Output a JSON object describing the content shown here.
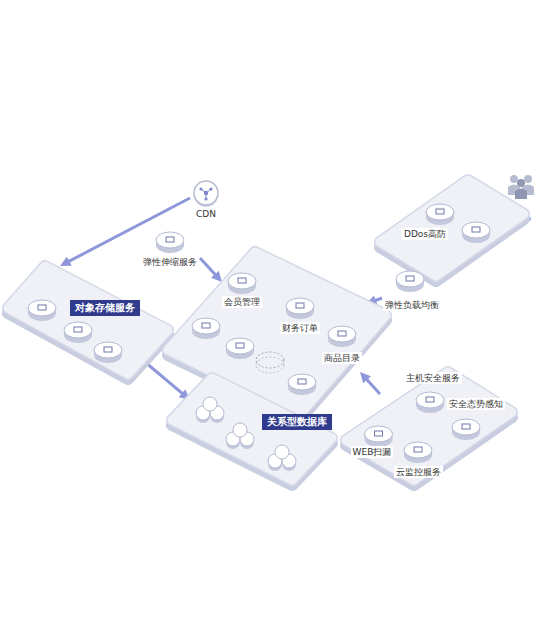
{
  "diagram": {
    "nodes": [
      {
        "text": [
          "CDN"
        ]
      },
      {
        "text": [
          "弹性伸缩服务"
        ]
      },
      {
        "text": [
          "对象存储服务"
        ]
      },
      {
        "text": []
      },
      {
        "text": [
          "会员管理"
        ],
        "in": 3
      },
      {
        "text": [
          "财务订单"
        ],
        "in": 3
      },
      {
        "text": [
          "商品目录"
        ],
        "in": 3
      },
      {
        "text": [
          "关系型数据库"
        ]
      },
      {
        "text": [
          "用户"
        ]
      },
      {
        "text": [
          "DDos高防"
        ]
      },
      {
        "text": [
          "弹性负载均衡"
        ]
      },
      {
        "text": []
      },
      {
        "text": [
          "主机安全服务"
        ],
        "in": 11
      },
      {
        "text": [
          "安全态势感知"
        ],
        "in": 11
      },
      {
        "text": [
          "WEB扫漏"
        ],
        "in": 11
      },
      {
        "text": [
          "云监控服务"
        ],
        "in": 11
      }
    ],
    "edges": [
      {
        "from": 0,
        "to": 2,
        "arrow": "to"
      },
      {
        "from": 1,
        "to": 3,
        "arrow": "to"
      },
      {
        "from": 2,
        "to": 7,
        "arrow": "to"
      },
      {
        "from": 8,
        "to": 9,
        "arrow": "to"
      },
      {
        "from": 9,
        "to": 10,
        "arrow": "to"
      },
      {
        "from": 10,
        "to": 3,
        "arrow": "to"
      },
      {
        "from": 11,
        "to": 3,
        "arrow": "to"
      }
    ]
  }
}
